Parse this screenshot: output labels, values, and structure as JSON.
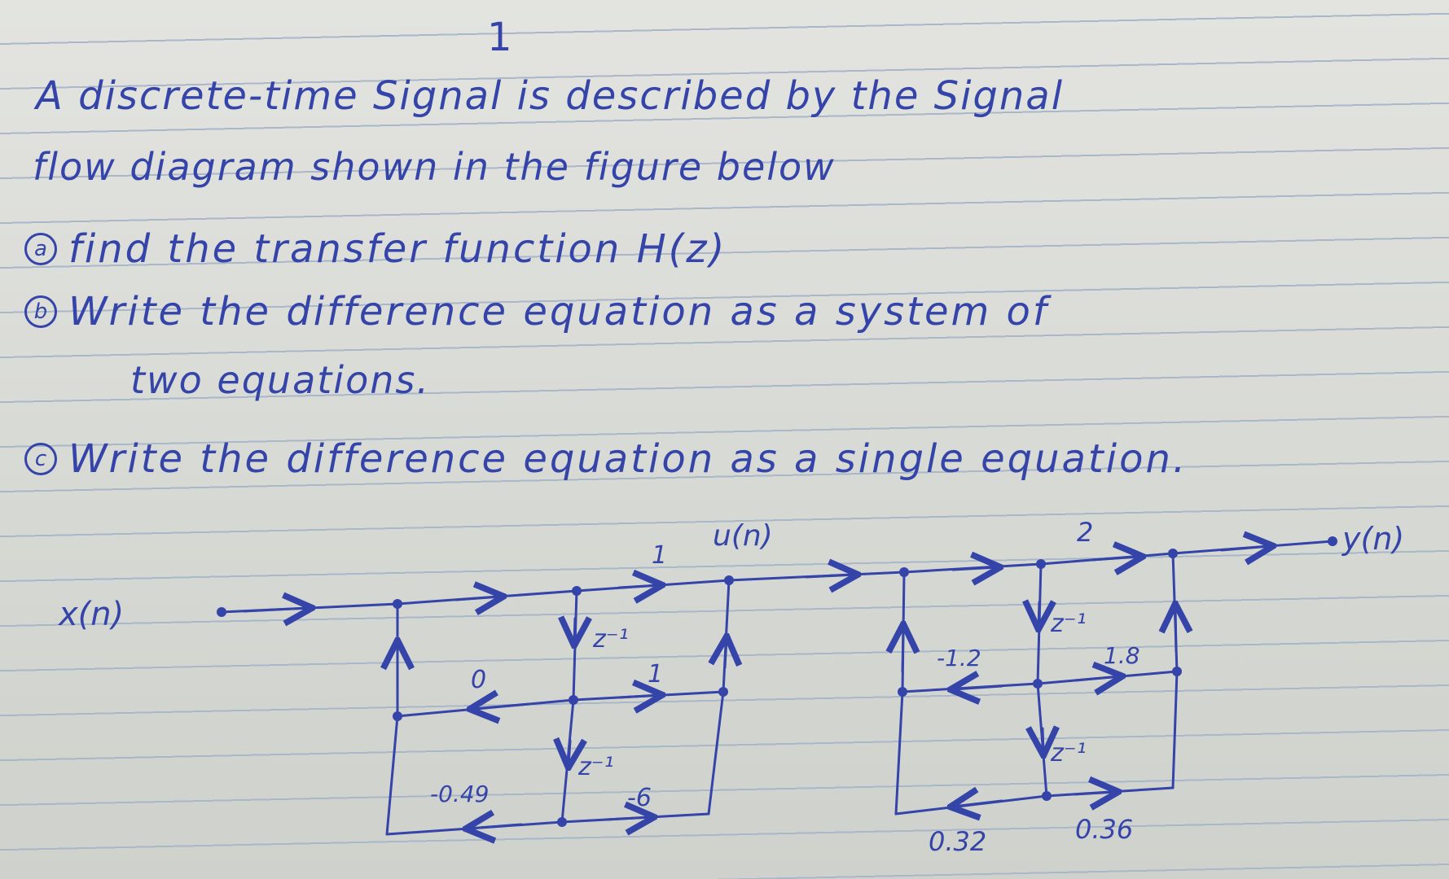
{
  "page_number": "1",
  "problem": {
    "line1": "A discrete-time Signal is described by the Signal",
    "line2": "flow diagram shown in the figure below"
  },
  "parts": [
    {
      "marker": "a",
      "text": "find the transfer function H(z)"
    },
    {
      "marker": "b",
      "text": "Write the difference equation as a system of",
      "continuation": "two equations."
    },
    {
      "marker": "c",
      "text": "Write the difference equation as a single equation."
    }
  ],
  "diagram": {
    "input": "x(n)",
    "output": "y(n)",
    "intermediate": "u(n)",
    "left_block": {
      "top_gain": "1",
      "delay1": "z⁻¹",
      "delay2": "z⁻¹",
      "left_gain": "0",
      "right_gain": "1",
      "bottom_left_gain": "-0.49",
      "bottom_right_gain": "-6"
    },
    "right_block": {
      "top_gain": "2",
      "delay1": "z⁻¹",
      "delay2": "z⁻¹",
      "left_gain": "-1.2",
      "right_gain": "1.8",
      "bottom_left_gain": "0.32",
      "bottom_right_gain": "0.36"
    }
  }
}
